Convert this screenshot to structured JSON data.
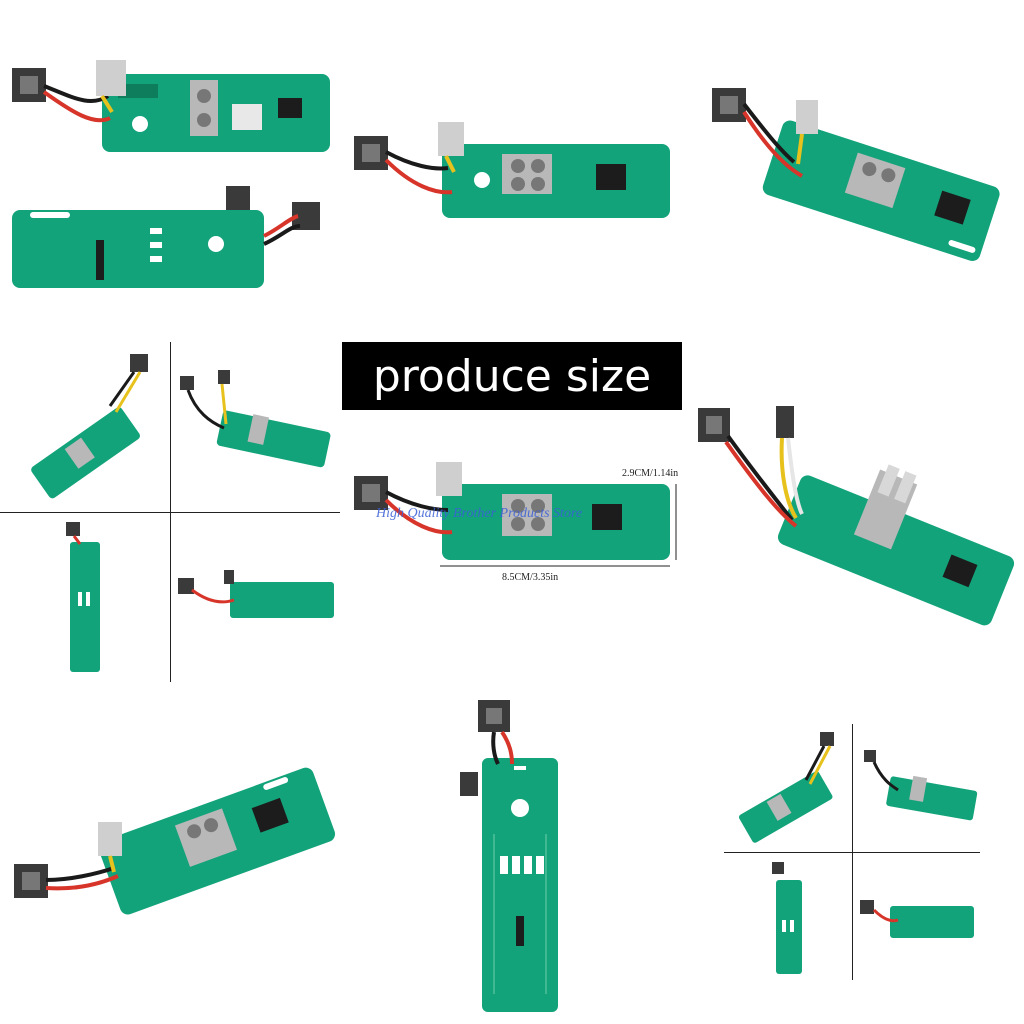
{
  "banner": {
    "text": "produce size"
  },
  "dimensions": {
    "height_label": "2.9CM/1.14in",
    "width_label": "8.5CM/3.35in"
  },
  "watermark": {
    "text": "High Quality Brother Products Store"
  },
  "colors": {
    "pcb": "#13a37a",
    "pcb_dark": "#0d7d5c",
    "pcb_trace": "#6fd0ad",
    "chip": "#1c1c1c",
    "wire_red": "#d8352a",
    "wire_yellow": "#e8c21c",
    "wire_black": "#1a1a1a",
    "wire_white": "#e6e6e6",
    "connector": "#3a3a3a",
    "metal": "#b8b8b8",
    "banner_bg": "#000000",
    "banner_text": "#ffffff",
    "watermark": "#3a5fd8"
  }
}
